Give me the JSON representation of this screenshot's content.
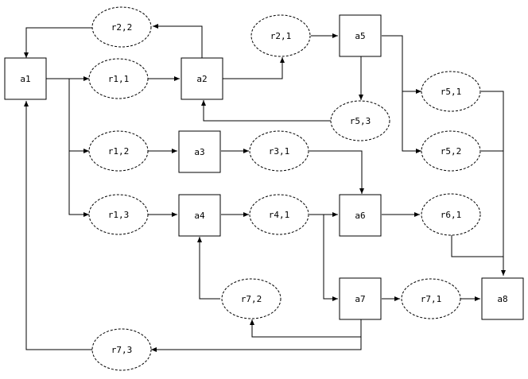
{
  "diagram": {
    "line_color": "#000000",
    "background": "#ffffff",
    "nodes": [
      {
        "id": "a1",
        "shape": "box",
        "label": "a1"
      },
      {
        "id": "a2",
        "shape": "box",
        "label": "a2"
      },
      {
        "id": "a3",
        "shape": "box",
        "label": "a3"
      },
      {
        "id": "a4",
        "shape": "box",
        "label": "a4"
      },
      {
        "id": "a5",
        "shape": "box",
        "label": "a5"
      },
      {
        "id": "a6",
        "shape": "box",
        "label": "a6"
      },
      {
        "id": "a7",
        "shape": "box",
        "label": "a7"
      },
      {
        "id": "a8",
        "shape": "box",
        "label": "a8"
      },
      {
        "id": "r11",
        "shape": "dashed-ellipse",
        "label": "r1,1"
      },
      {
        "id": "r12",
        "shape": "dashed-ellipse",
        "label": "r1,2"
      },
      {
        "id": "r13",
        "shape": "dashed-ellipse",
        "label": "r1,3"
      },
      {
        "id": "r21",
        "shape": "dashed-ellipse",
        "label": "r2,1"
      },
      {
        "id": "r22",
        "shape": "dashed-ellipse",
        "label": "r2,2"
      },
      {
        "id": "r31",
        "shape": "dashed-ellipse",
        "label": "r3,1"
      },
      {
        "id": "r41",
        "shape": "dashed-ellipse",
        "label": "r4,1"
      },
      {
        "id": "r51",
        "shape": "dashed-ellipse",
        "label": "r5,1"
      },
      {
        "id": "r52",
        "shape": "dashed-ellipse",
        "label": "r5,2"
      },
      {
        "id": "r53",
        "shape": "dashed-ellipse",
        "label": "r5,3"
      },
      {
        "id": "r61",
        "shape": "dashed-ellipse",
        "label": "r6,1"
      },
      {
        "id": "r71",
        "shape": "dashed-ellipse",
        "label": "r7,1"
      },
      {
        "id": "r72",
        "shape": "dashed-ellipse",
        "label": "r7,2"
      },
      {
        "id": "r73",
        "shape": "dashed-ellipse",
        "label": "r7,3"
      }
    ],
    "edges": [
      {
        "from": "a1",
        "to": "r11"
      },
      {
        "from": "a1",
        "to": "r12"
      },
      {
        "from": "a1",
        "to": "r13"
      },
      {
        "from": "r11",
        "to": "a2"
      },
      {
        "from": "a2",
        "to": "r22"
      },
      {
        "from": "r22",
        "to": "a1"
      },
      {
        "from": "a2",
        "to": "r21"
      },
      {
        "from": "r21",
        "to": "a5"
      },
      {
        "from": "a5",
        "to": "r53"
      },
      {
        "from": "r53",
        "to": "a2"
      },
      {
        "from": "a5",
        "to": "r51"
      },
      {
        "from": "a5",
        "to": "r52"
      },
      {
        "from": "r12",
        "to": "a3"
      },
      {
        "from": "a3",
        "to": "r31"
      },
      {
        "from": "r31",
        "to": "a6"
      },
      {
        "from": "r13",
        "to": "a4"
      },
      {
        "from": "a4",
        "to": "r41"
      },
      {
        "from": "r41",
        "to": "a6"
      },
      {
        "from": "r41",
        "to": "a7"
      },
      {
        "from": "a6",
        "to": "r61"
      },
      {
        "from": "r61",
        "to": "a8"
      },
      {
        "from": "r51",
        "to": "a8"
      },
      {
        "from": "r52",
        "to": "a8"
      },
      {
        "from": "a7",
        "to": "r71"
      },
      {
        "from": "r71",
        "to": "a8"
      },
      {
        "from": "a7",
        "to": "r72"
      },
      {
        "from": "r72",
        "to": "a4"
      },
      {
        "from": "a7",
        "to": "r73"
      },
      {
        "from": "r73",
        "to": "a1"
      }
    ]
  }
}
